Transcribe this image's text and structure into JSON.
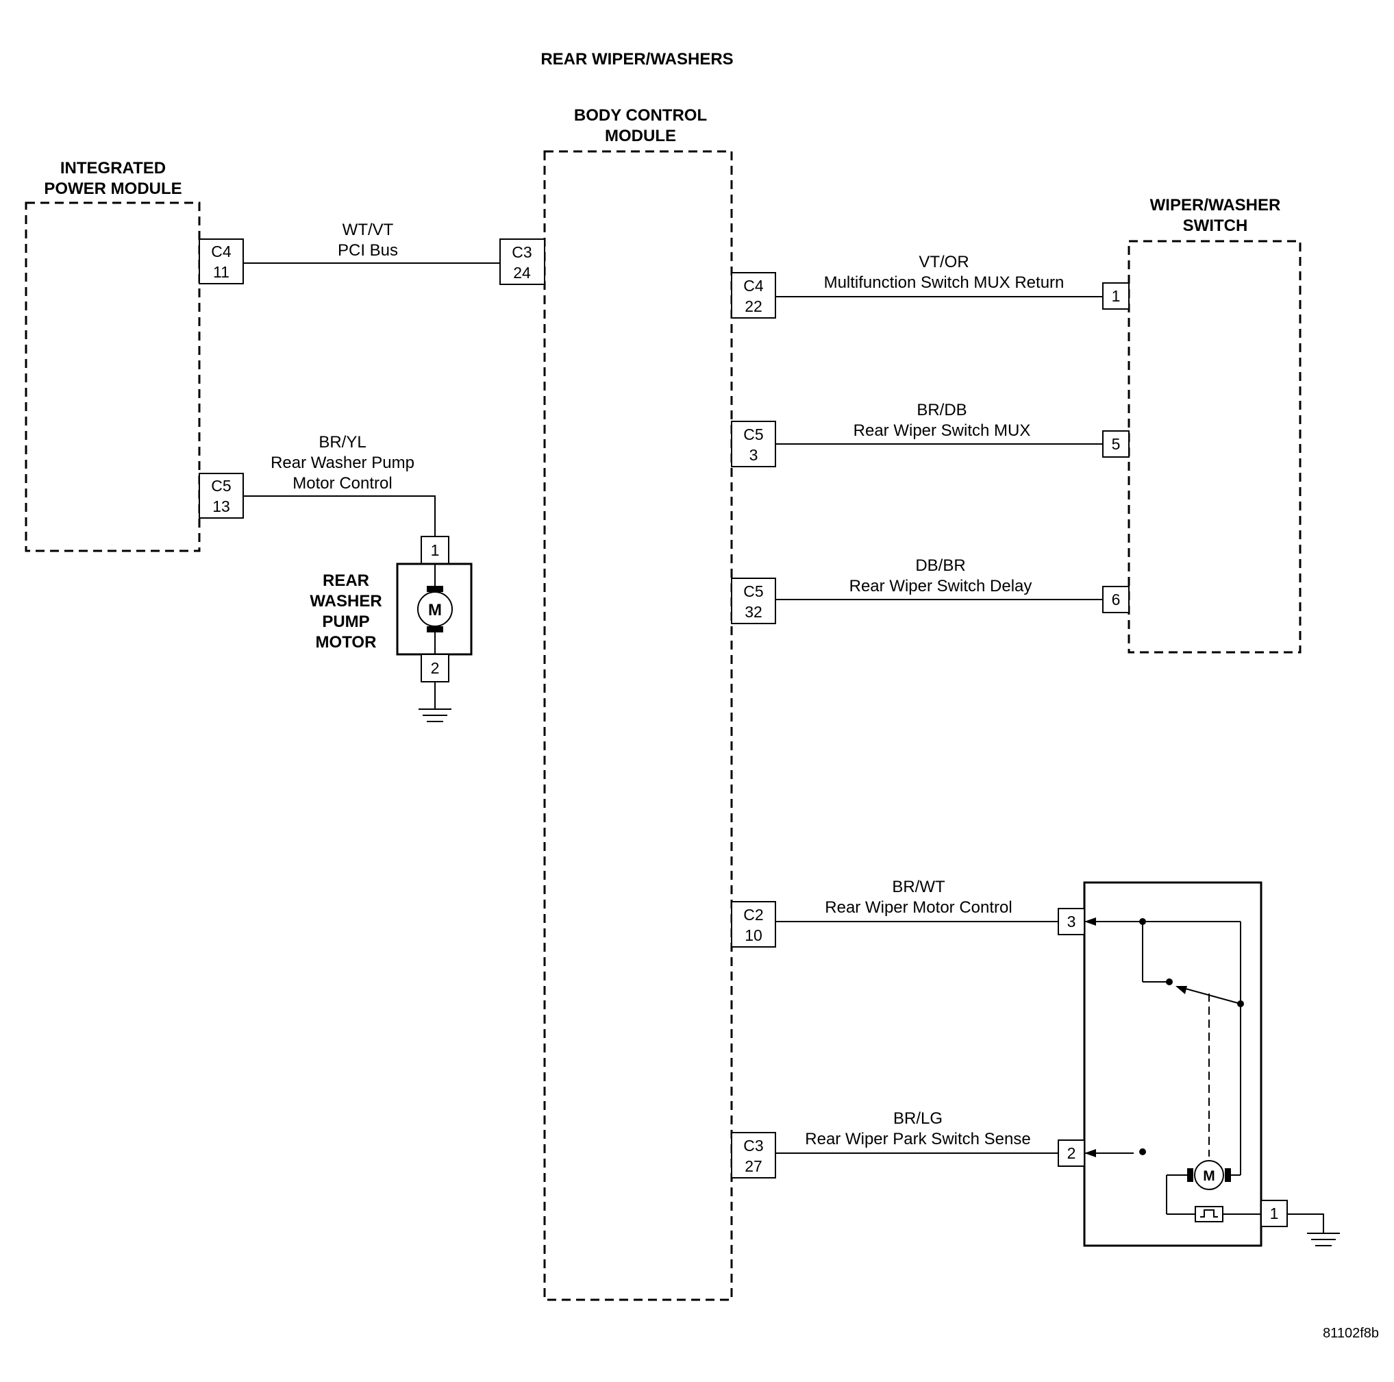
{
  "diagram": {
    "title": "REAR WIPER/WASHERS",
    "figure_id": "81102f8b",
    "modules": {
      "ipm": {
        "line1": "INTEGRATED",
        "line2": "POWER MODULE"
      },
      "bcm": {
        "line1": "BODY CONTROL",
        "line2": "MODULE"
      },
      "switch": {
        "line1": "WIPER/WASHER",
        "line2": "SWITCH"
      },
      "pump": {
        "line1": "REAR",
        "line2": "WASHER",
        "line3": "PUMP",
        "line4": "MOTOR"
      }
    },
    "connectors": {
      "ipm_c4": {
        "conn": "C4",
        "pin": "11"
      },
      "ipm_c5": {
        "conn": "C5",
        "pin": "13"
      },
      "bcm_c3_24": {
        "conn": "C3",
        "pin": "24"
      },
      "bcm_c4_22": {
        "conn": "C4",
        "pin": "22"
      },
      "bcm_c5_3": {
        "conn": "C5",
        "pin": "3"
      },
      "bcm_c5_32": {
        "conn": "C5",
        "pin": "32"
      },
      "bcm_c2_10": {
        "conn": "C2",
        "pin": "10"
      },
      "bcm_c3_27": {
        "conn": "C3",
        "pin": "27"
      }
    },
    "pins": {
      "pump_1": "1",
      "pump_2": "2",
      "switch_1": "1",
      "switch_5": "5",
      "switch_6": "6",
      "wiper_3": "3",
      "wiper_2": "2",
      "wiper_1": "1"
    },
    "motor_symbol": "M",
    "wires": {
      "pci": {
        "color": "WT/VT",
        "name": "PCI Bus"
      },
      "pump_ctrl": {
        "color": "BR/YL",
        "name1": "Rear Washer Pump",
        "name2": "Motor Control"
      },
      "mux_return": {
        "color": "VT/OR",
        "name": "Multifunction Switch MUX Return"
      },
      "wiper_mux": {
        "color": "BR/DB",
        "name": "Rear Wiper Switch MUX"
      },
      "wiper_delay": {
        "color": "DB/BR",
        "name": "Rear Wiper Switch Delay"
      },
      "motor_ctrl": {
        "color": "BR/WT",
        "name": "Rear Wiper Motor Control"
      },
      "park_sense": {
        "color": "BR/LG",
        "name": "Rear Wiper Park Switch Sense"
      }
    }
  }
}
